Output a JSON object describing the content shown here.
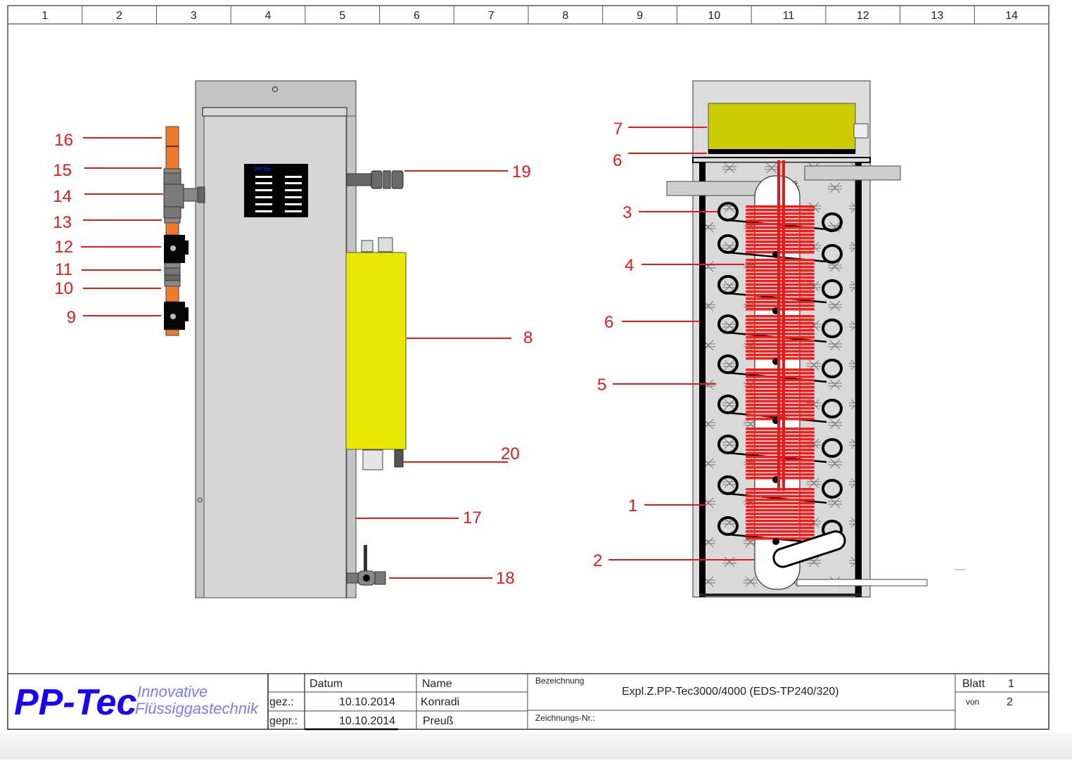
{
  "drawing": {
    "type": "exploded technical drawing",
    "grid_columns": [
      "1",
      "2",
      "3",
      "4",
      "5",
      "6",
      "7",
      "8",
      "9",
      "10",
      "11",
      "12",
      "13",
      "14"
    ],
    "callouts_left_view": [
      {
        "id": "16",
        "label": "16"
      },
      {
        "id": "15",
        "label": "15"
      },
      {
        "id": "14",
        "label": "14"
      },
      {
        "id": "13",
        "label": "13"
      },
      {
        "id": "12",
        "label": "12"
      },
      {
        "id": "11",
        "label": "11"
      },
      {
        "id": "10",
        "label": "10"
      },
      {
        "id": "9",
        "label": "9"
      },
      {
        "id": "19",
        "label": "19"
      },
      {
        "id": "8",
        "label": "8"
      },
      {
        "id": "20",
        "label": "20"
      },
      {
        "id": "17",
        "label": "17"
      },
      {
        "id": "18",
        "label": "18"
      }
    ],
    "callouts_right_view": [
      {
        "id": "7",
        "label": "7"
      },
      {
        "id": "6a",
        "label": "6"
      },
      {
        "id": "3",
        "label": "3"
      },
      {
        "id": "4",
        "label": "4"
      },
      {
        "id": "6b",
        "label": "6"
      },
      {
        "id": "5",
        "label": "5"
      },
      {
        "id": "1",
        "label": "1"
      },
      {
        "id": "2",
        "label": "2"
      }
    ],
    "colors": {
      "callout": "#e21a1a",
      "housing": "#d6d6d6",
      "housing_frame": "#bdbdbd",
      "vaporizer_yellow": "#e8e800",
      "controller_yellow": "#cccc00",
      "pipe_copper": "#f07a2a",
      "heating_coil": "#ff1a1a"
    }
  },
  "title_block": {
    "logo_main": "PP-Tec",
    "logo_sub_line1": "Innovative",
    "logo_sub_line2": "Flüssiggastechnik",
    "header_datum": "Datum",
    "header_name": "Name",
    "row1_label": "gez.:",
    "row1_date": "10.10.2014",
    "row1_name": "Konradi",
    "row2_label": "gepr.:",
    "row2_date": "10.10.2014",
    "row2_name": "Preuß",
    "bezeichnung_label": "Bezeichnung",
    "bezeichnung_value": "Expl.Z.PP-Tec3000/4000 (EDS-TP240/320)",
    "zeichnungs_nr_label": "Zeichnungs-Nr.:",
    "zeichnungs_nr_value": "",
    "blatt_label": "Blatt",
    "blatt_value": "1",
    "von_label": "von",
    "von_value": "2"
  }
}
